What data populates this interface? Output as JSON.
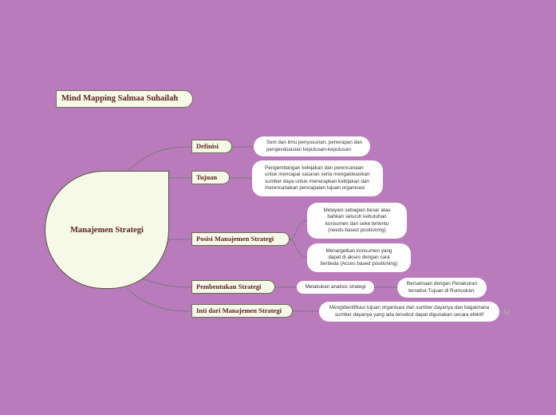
{
  "title": "Mind Mapping Salmaa Suhailah",
  "central": "Manajemen Strategi",
  "branches": {
    "definisi": {
      "label": "Definisi",
      "detail": "Seni dan ilmu penyusunan, penerapan dan\npengevaluasian keputusan-keputusan"
    },
    "tujuan": {
      "label": "Tujuan",
      "detail": "Pengembangan kebijakan dan perencanaan\nuntuk mencapai sasaran serta mengalokasikan\nsumber daya untuk menerapkan kebijakan dan\nmerencanakan pencapaian tujuan organisasi"
    },
    "posisi": {
      "label": "Posisi Manajemen Strategi",
      "detail1": "Melayani sebagian besar atau\nbahkan seluruh kebutuhan\nkonsumen dari seke tertentu\n(needs-based positioning)",
      "detail2": "Menargetkan konsumen yang\ndapat di akses dengan cara\nberbeda (Acces based positioning)"
    },
    "pembentukan": {
      "label": "Pembentukan Strategi",
      "detail": "Melakukan analisis strategi",
      "detail_child": "Bersamaan dengan Penaksiran\ntersebut Tujuan di Rumuskan."
    },
    "inti": {
      "label": "Inti dari Manajemen Strategi",
      "detail": "Mengidentifikasi tujuan organisasi dan sumber dayanya dan bagaimana\nsumber dayanya yang ada tersebut dapat digunakan secara efektif",
      "collapse_symbol": "+"
    }
  },
  "colors": {
    "background": "#b97bbc",
    "node_fill": "#f6f8e8",
    "link": "#3a7a3a",
    "text": "#5a1f1f"
  }
}
